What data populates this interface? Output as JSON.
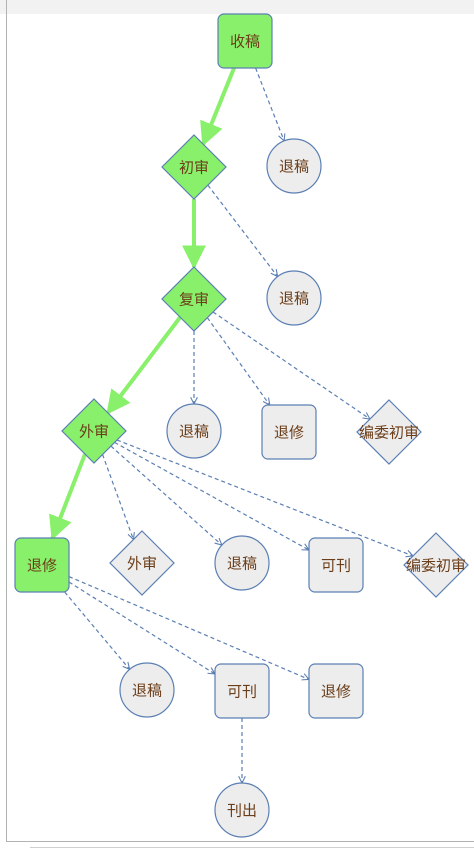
{
  "colors": {
    "active_fill": "#88f06a",
    "inactive_fill": "#ededed",
    "node_stroke": "#5b7fb3",
    "active_edge": "#88f06a",
    "dashed_edge": "#5b7fb3",
    "label_color": "#6b3d18",
    "frame_line": "#b3b3b3",
    "top_strip": "#f2f2f2"
  },
  "nodes": {
    "shougao": "收稿",
    "tuigao_1": "退稿",
    "chushen": "初审",
    "tuigao_2": "退稿",
    "fushen": "复审",
    "tuigao_3": "退稿",
    "tuixiu_1": "退修",
    "bianweichushen_1": "编委初审",
    "waishen_1": "外审",
    "tuixiu_2": "退修",
    "waishen_2": "外审",
    "tuigao_4": "退稿",
    "kekan_1": "可刊",
    "bianweichushen_2": "编委初审",
    "tuigao_5": "退稿",
    "kekan_2": "可刊",
    "tuixiu_3": "退修",
    "kanchu": "刊出"
  }
}
